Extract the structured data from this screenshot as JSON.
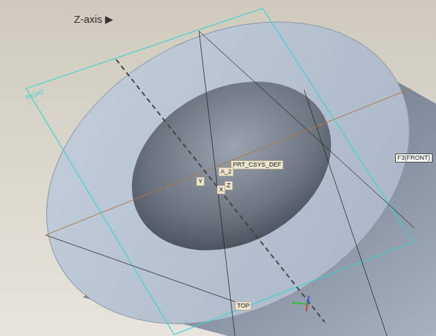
{
  "diagram": {
    "labels": [
      "Z-axis ▶",
      "RIGHT",
      "PRT_CSYS_DEF",
      "A_2",
      "Y",
      "Z",
      "X",
      "F3(FRONT)",
      "TOP"
    ]
  }
}
